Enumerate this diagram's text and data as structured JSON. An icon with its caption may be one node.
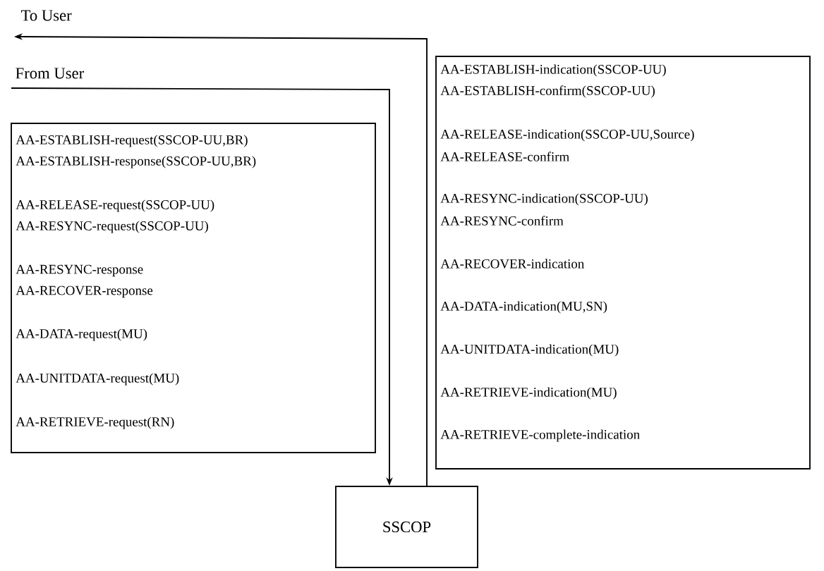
{
  "diagram": {
    "nodes": [
      {
        "text": [
          "AA-ESTABLISH-request(SSCOP-UU,BR)",
          "AA-ESTABLISH-response(SSCOP-UU,BR)",
          "AA-RELEASE-request(SSCOP-UU)",
          "AA-RESYNC-request(SSCOP-UU)",
          "AA-RESYNC-response",
          "AA-RECOVER-response",
          "AA-DATA-request(MU)",
          "AA-UNITDATA-request(MU)",
          "AA-RETRIEVE-request(RN)"
        ]
      },
      {
        "text": [
          "AA-ESTABLISH-indication(SSCOP-UU)",
          "AA-ESTABLISH-confirm(SSCOP-UU)",
          "AA-RELEASE-indication(SSCOP-UU,Source)",
          "AA-RELEASE-confirm",
          "AA-RESYNC-indication(SSCOP-UU)",
          "AA-RESYNC-confirm",
          "AA-RECOVER-indication",
          "AA-DATA-indication(MU,SN)",
          "AA-UNITDATA-indication(MU)",
          "AA-RETRIEVE-indication(MU)",
          "AA-RETRIEVE-complete-indication"
        ]
      },
      {
        "text": [
          "SSCOP"
        ]
      }
    ],
    "edges": [
      {
        "from": null,
        "to": 2,
        "arrow": "to",
        "label": "From User"
      },
      {
        "from": 2,
        "to": null,
        "arrow": "to",
        "label": "To User"
      }
    ]
  }
}
